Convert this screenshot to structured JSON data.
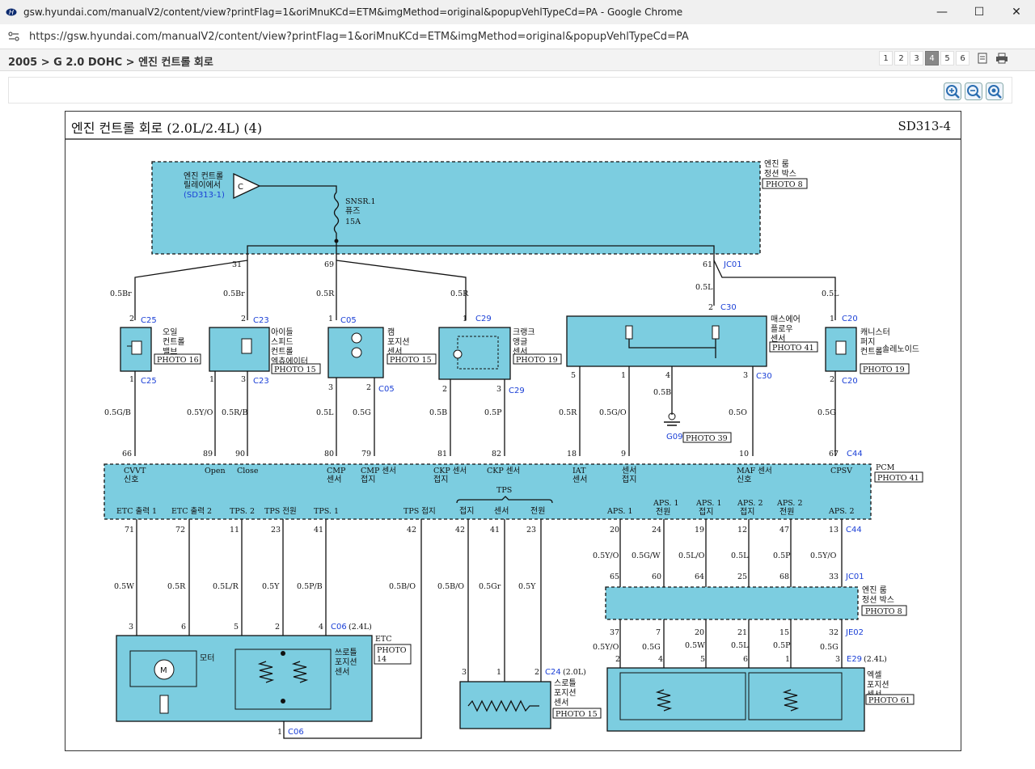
{
  "window": {
    "title": "gsw.hyundai.com/manualV2/content/view?printFlag=1&oriMnuKCd=ETM&imgMethod=original&popupVehlTypeCd=PA - Google Chrome",
    "minimize": "—",
    "maximize": "☐",
    "close": "✕"
  },
  "address": {
    "url": "https://gsw.hyundai.com/manualV2/content/view?printFlag=1&oriMnuKCd=ETM&imgMethod=original&popupVehlTypeCd=PA"
  },
  "toolbar": {
    "breadcrumb": "2005 > G 2.0 DOHC > 엔진 컨트롤 회로",
    "pages": [
      "1",
      "2",
      "3",
      "4",
      "5",
      "6"
    ],
    "active_page": "4"
  },
  "diagram": {
    "title": "엔진 컨트롤 회로 (2.0L/2.4L) (4)",
    "code": "SD313-4",
    "box_top_label1": "엔진 룸",
    "box_top_label2": "정션 박스",
    "photo8": "PHOTO 8",
    "relay1": "엔진 컨트롤",
    "relay2": "릴레이에서",
    "relay_ref": "(SD313-1)",
    "relay_c": "C",
    "fuse1": "SNSR.1",
    "fuse2": "퓨즈",
    "fuse3": "15A",
    "pin31": "31",
    "pin69": "69",
    "pin61": "61",
    "jc01": "JC01",
    "w_05br_a": "0.5Br",
    "w_05br_b": "0.5Br",
    "w_05r_a": "0.5R",
    "w_05r_b": "0.5R",
    "w_05l_a": "0.5L",
    "w_05l_b": "0.5L",
    "c25": "C25",
    "c23": "C23",
    "c05": "C05",
    "c29": "C29",
    "c30": "C30",
    "c20": "C20",
    "c44": "C44",
    "p1": "1",
    "p2": "2",
    "p3": "3",
    "p4": "4",
    "p5": "5",
    "ocv1": "오일",
    "ocv2": "컨트롤",
    "ocv3": "밸브",
    "photo16": "PHOTO 16",
    "isa1": "아이들",
    "isa2": "스피드",
    "isa3": "컨트롤",
    "isa4": "엑츄에이터",
    "photo15": "PHOTO 15",
    "cmp1": "캠",
    "cmp2": "포지션",
    "cmp3": "센서",
    "ckp1": "크랭크",
    "ckp2": "앵글",
    "ckp3": "센서",
    "photo19": "PHOTO 19",
    "maf1": "매스에어",
    "maf2": "플로우",
    "maf3": "센서",
    "photo41": "PHOTO 41",
    "cpsv1": "캐니스터",
    "cpsv2": "퍼지",
    "cpsv3": "컨트롤",
    "cpsv4": "솔레노이드",
    "w_05gb": "0.5G/B",
    "w_05yo": "0.5Y/O",
    "w_05rb": "0.5R/B",
    "w_05l": "0.5L",
    "w_05g": "0.5G",
    "w_05b": "0.5B",
    "w_05p": "0.5P",
    "w_05r": "0.5R",
    "w_05go": "0.5G/O",
    "w_05b2": "0.5B",
    "w_05o": "0.5O",
    "w_05g2": "0.5G",
    "g09": "G09",
    "photo39": "PHOTO 39",
    "pcm_pins_top": [
      "66",
      "89",
      "90",
      "80",
      "79",
      "81",
      "82",
      "18",
      "9",
      "10",
      "67"
    ],
    "pcm": "PCM",
    "photo41b": "PHOTO 41",
    "lbl_cvvt1": "CVVT",
    "lbl_cvvt2": "신호",
    "lbl_open": "Open",
    "lbl_close": "Close",
    "lbl_cmp1": "CMP",
    "lbl_cmp2": "센서",
    "lbl_cmpg1": "CMP 센서",
    "lbl_cmpg2": "접지",
    "lbl_ckp1": "CKP 센서",
    "lbl_ckp2": "접지",
    "lbl_ckps": "CKP 센서",
    "lbl_iat1": "IAT",
    "lbl_iat2": "센서",
    "lbl_sg1": "센서",
    "lbl_sg2": "접지",
    "lbl_maf1": "MAF 센서",
    "lbl_maf2": "신호",
    "lbl_cpsv": "CPSV",
    "lbl_etc1": "ETC 출력 1",
    "lbl_etc2": "ETC 출력 2",
    "lbl_tps2": "TPS. 2",
    "lbl_tpsp": "TPS 전원",
    "lbl_tps1": "TPS. 1",
    "lbl_tpsg": "TPS 접지",
    "lbl_tps": "TPS",
    "lbl_gnd": "접지",
    "lbl_sen": "센서",
    "lbl_pwr": "전원",
    "lbl_aps1": "APS. 1",
    "lbl_aps1p1": "APS. 1",
    "lbl_aps1p2": "전원",
    "lbl_aps1g1": "APS. 1",
    "lbl_aps1g2": "접지",
    "lbl_aps2g1": "APS. 2",
    "lbl_aps2g2": "접지",
    "lbl_aps2p1": "APS. 2",
    "lbl_aps2p2": "전원",
    "lbl_aps2": "APS. 2",
    "pcm_pins_bottom": [
      "71",
      "72",
      "11",
      "23",
      "41",
      "42",
      "42",
      "41",
      "23",
      "20",
      "24",
      "19",
      "12",
      "47",
      "13"
    ],
    "w_b_05w": "0.5W",
    "w_b_05r": "0.5R",
    "w_b_05lr": "0.5L/R",
    "w_b_05y": "0.5Y",
    "w_b_05pb": "0.5P/B",
    "w_b_05bo": "0.5B/O",
    "w_b_05bo2": "0.5B/O",
    "w_b_05gr": "0.5Gr",
    "w_b_05y2": "0.5Y",
    "w_a_05yo": "0.5Y/O",
    "w_a_05gw": "0.5G/W",
    "w_a_05lo": "0.5L/O",
    "w_a_05l": "0.5L",
    "w_a_05p": "0.5P",
    "w_a_05yo2": "0.5Y/O",
    "jb_pins_top": [
      "65",
      "60",
      "64",
      "25",
      "68",
      "33"
    ],
    "jc01b": "JC01",
    "jb2_1": "엔진 룸",
    "jb2_2": "정션 박스",
    "photo8b": "PHOTO 8",
    "jb_pins_bot": [
      "37",
      "7",
      "20",
      "21",
      "15",
      "32"
    ],
    "je02": "JE02",
    "w_c_05yo": "0.5Y/O",
    "w_c_05g": "0.5G",
    "w_c_05w": "0.5W",
    "w_c_05l": "0.5L",
    "w_c_05p": "0.5P",
    "w_c_05g2": "0.5G",
    "e29": "E29",
    "e29_note": "(2.4L)",
    "aps_pins": [
      "2",
      "4",
      "5",
      "6",
      "1",
      "3"
    ],
    "aps1": "엑셀",
    "aps2": "포지션",
    "aps3": "센서",
    "photo61": "PHOTO 61",
    "etc_pins": [
      "3",
      "6",
      "5",
      "2",
      "4"
    ],
    "c06": "C06",
    "c06_note": "(2.4L)",
    "etc": "ETC",
    "photo14a": "PHOTO",
    "photo14b": "14",
    "motor": "모터",
    "tps_a1": "쓰로틀",
    "tps_a2": "포지션",
    "tps_a3": "센서",
    "m_letter": "M",
    "c06b": "C06",
    "pin1": "1",
    "c24": "C24",
    "c24_note": "(2.0L)",
    "c24_pins": [
      "3",
      "1",
      "2"
    ],
    "tps_b1": "스로틀",
    "tps_b2": "포지션",
    "tps_b3": "센서",
    "photo15b": "PHOTO 15"
  }
}
